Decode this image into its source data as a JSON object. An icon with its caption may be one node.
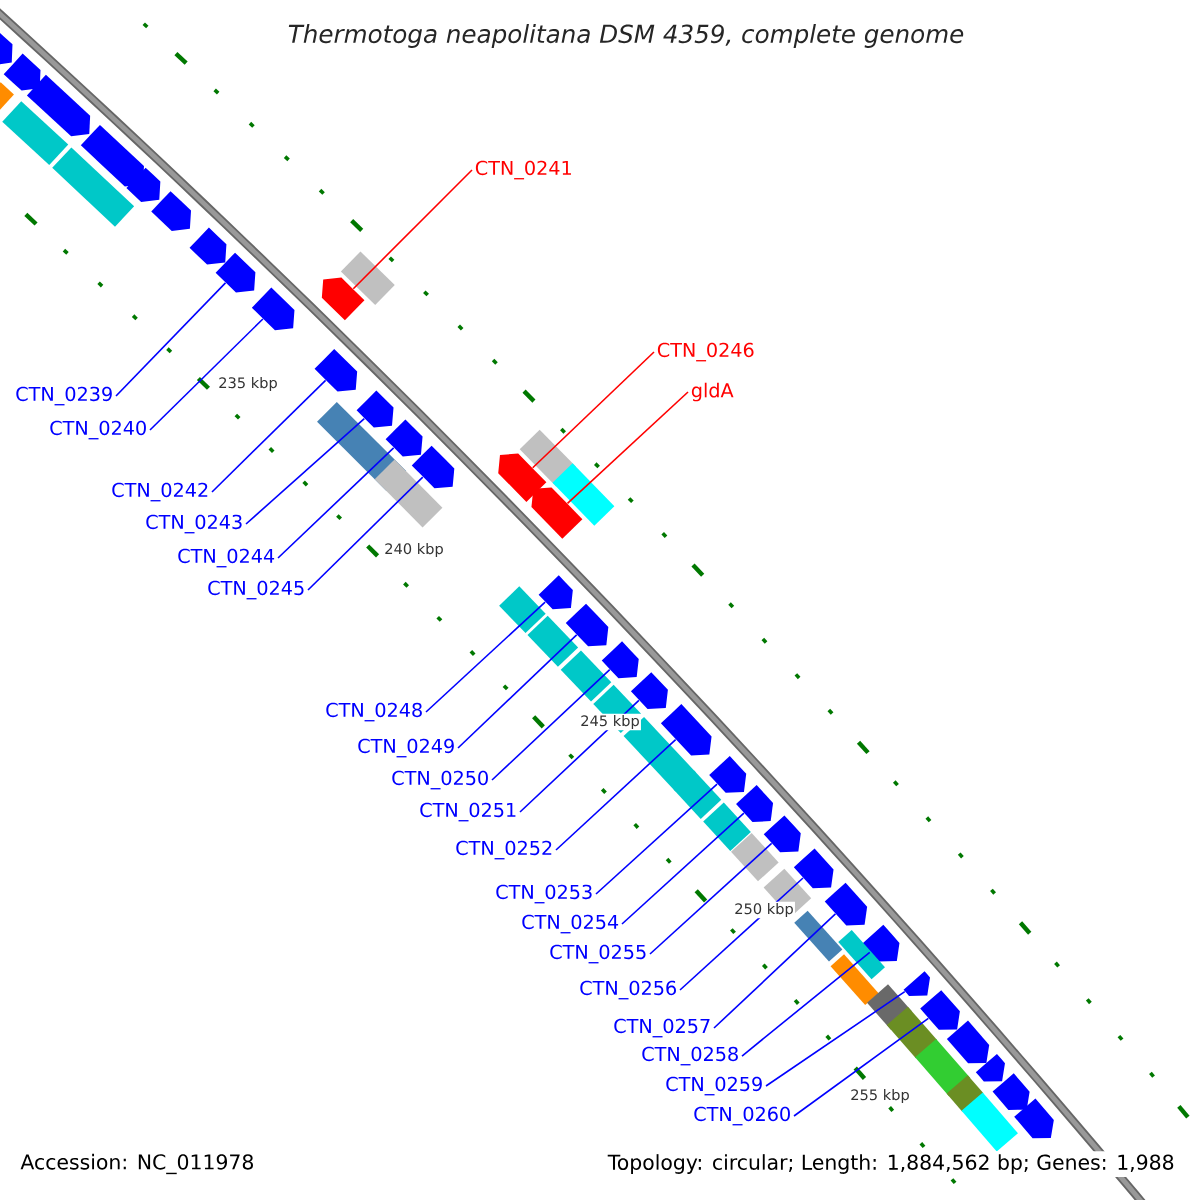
{
  "diagram": {
    "title": "Thermotoga neapolitana DSM 4359, complete genome",
    "nodes": [
      {
        "text": [
          "CTN_0239"
        ]
      },
      {
        "text": [
          "CTN_0240"
        ]
      },
      {
        "text": [
          "CTN_0241"
        ]
      },
      {
        "text": [
          "CTN_0242"
        ]
      },
      {
        "text": [
          "CTN_0243"
        ]
      },
      {
        "text": [
          "CTN_0244"
        ]
      },
      {
        "text": [
          "CTN_0245"
        ]
      },
      {
        "text": [
          "CTN_0246"
        ]
      },
      {
        "text": [
          "gldA"
        ]
      },
      {
        "text": [
          "CTN_0248"
        ]
      },
      {
        "text": [
          "CTN_0249"
        ]
      },
      {
        "text": [
          "CTN_0250"
        ]
      },
      {
        "text": [
          "CTN_0251"
        ]
      },
      {
        "text": [
          "CTN_0252"
        ]
      },
      {
        "text": [
          "CTN_0253"
        ]
      },
      {
        "text": [
          "CTN_0254"
        ]
      },
      {
        "text": [
          "CTN_0255"
        ]
      },
      {
        "text": [
          "CTN_0256"
        ]
      },
      {
        "text": [
          "CTN_0257"
        ]
      },
      {
        "text": [
          "CTN_0258"
        ]
      },
      {
        "text": [
          "CTN_0259"
        ]
      },
      {
        "text": [
          "CTN_0260"
        ]
      },
      {
        "text": [],
        "shape": "pentagon"
      },
      {
        "text": [],
        "shape": "pentagon"
      },
      {
        "text": [],
        "shape": "box"
      },
      {
        "text": [],
        "shape": "pentagon"
      },
      {
        "text": [],
        "shape": "box"
      },
      {
        "text": [],
        "shape": "pentagon"
      },
      {
        "text": [],
        "shape": "pentagon"
      },
      {
        "text": [],
        "shape": "box"
      },
      {
        "text": [],
        "shape": "pentagon"
      },
      {
        "text": [],
        "shape": "pentagon"
      },
      {
        "text": [],
        "shape": "pentagon"
      },
      {
        "text": [],
        "shape": "box"
      },
      {
        "text": [],
        "shape": "pentagon"
      },
      {
        "text": [],
        "shape": "pentagon"
      },
      {
        "text": [],
        "shape": "pentagon"
      },
      {
        "text": [],
        "shape": "pentagon"
      },
      {
        "text": [],
        "shape": "pentagon"
      },
      {
        "text": [],
        "shape": "box"
      },
      {
        "text": [],
        "shape": "box"
      },
      {
        "text": [],
        "shape": "pentagon"
      },
      {
        "text": [],
        "shape": "pentagon"
      },
      {
        "text": [],
        "shape": "box"
      },
      {
        "text": [],
        "shape": "box"
      },
      {
        "text": [],
        "shape": "pentagon"
      },
      {
        "text": [],
        "shape": "pentagon"
      },
      {
        "text": [],
        "shape": "box"
      },
      {
        "text": [],
        "shape": "pentagon"
      },
      {
        "text": [],
        "shape": "box"
      },
      {
        "text": [],
        "shape": "pentagon"
      },
      {
        "text": [],
        "shape": "box"
      },
      {
        "text": [],
        "shape": "pentagon"
      },
      {
        "text": [],
        "shape": "box"
      },
      {
        "text": [],
        "shape": "pentagon"
      },
      {
        "text": [],
        "shape": "box"
      },
      {
        "text": [],
        "shape": "pentagon"
      },
      {
        "text": [],
        "shape": "box"
      },
      {
        "text": [],
        "shape": "pentagon"
      },
      {
        "text": [],
        "shape": "box"
      },
      {
        "text": [],
        "shape": "pentagon"
      },
      {
        "text": [],
        "shape": "box"
      },
      {
        "text": [],
        "shape": "pentagon"
      },
      {
        "text": [],
        "shape": "box"
      },
      {
        "text": [],
        "shape": "pentagon"
      },
      {
        "text": [],
        "shape": "box"
      },
      {
        "text": [],
        "shape": "pentagon"
      },
      {
        "text": [],
        "shape": "box"
      },
      {
        "text": [],
        "shape": "box"
      },
      {
        "text": [],
        "shape": "pentagon"
      },
      {
        "text": [],
        "shape": "box"
      },
      {
        "text": [],
        "shape": "pentagon"
      },
      {
        "text": [],
        "shape": "box"
      },
      {
        "text": [],
        "shape": "pentagon"
      },
      {
        "text": [],
        "shape": "pentagon"
      },
      {
        "text": [],
        "shape": "box"
      },
      {
        "text": [],
        "shape": "box"
      },
      {
        "text": [],
        "shape": "pentagon"
      },
      {
        "text": [],
        "shape": "box"
      },
      {
        "text": [],
        "shape": "pentagon"
      }
    ],
    "edges": [
      {
        "from": 0,
        "to": 32,
        "arrow": "none"
      },
      {
        "from": 1,
        "to": 35,
        "arrow": "none"
      },
      {
        "from": 2,
        "to": 34,
        "arrow": "none",
        "color": "#ff0000"
      },
      {
        "from": 3,
        "to": 36,
        "arrow": "none"
      },
      {
        "from": 4,
        "to": 37,
        "arrow": "none"
      },
      {
        "from": 5,
        "to": 38,
        "arrow": "none"
      },
      {
        "from": 6,
        "to": 41,
        "arrow": "none"
      },
      {
        "from": 7,
        "to": 42,
        "arrow": "none",
        "color": "#ff0000"
      },
      {
        "from": 8,
        "to": 45,
        "arrow": "none",
        "color": "#ff0000"
      },
      {
        "from": 9,
        "to": 46,
        "arrow": "none"
      },
      {
        "from": 10,
        "to": 48,
        "arrow": "none"
      },
      {
        "from": 11,
        "to": 50,
        "arrow": "none"
      },
      {
        "from": 12,
        "to": 52,
        "arrow": "none"
      },
      {
        "from": 13,
        "to": 54,
        "arrow": "none"
      },
      {
        "from": 14,
        "to": 56,
        "arrow": "none"
      },
      {
        "from": 15,
        "to": 58,
        "arrow": "none"
      },
      {
        "from": 16,
        "to": 60,
        "arrow": "none"
      },
      {
        "from": 17,
        "to": 62,
        "arrow": "none"
      },
      {
        "from": 18,
        "to": 64,
        "arrow": "none"
      },
      {
        "from": 19,
        "to": 66,
        "arrow": "none"
      },
      {
        "from": 20,
        "to": 69,
        "arrow": "none"
      },
      {
        "from": 21,
        "to": 71,
        "arrow": "none"
      }
    ],
    "labels": [
      "235 kbp",
      "240 kbp",
      "245 kbp",
      "250 kbp",
      "255 kbp",
      "Accession: NC_011978",
      "Topology: circular; Length: 1,884,562 bp; Genes: 1,988"
    ]
  }
}
